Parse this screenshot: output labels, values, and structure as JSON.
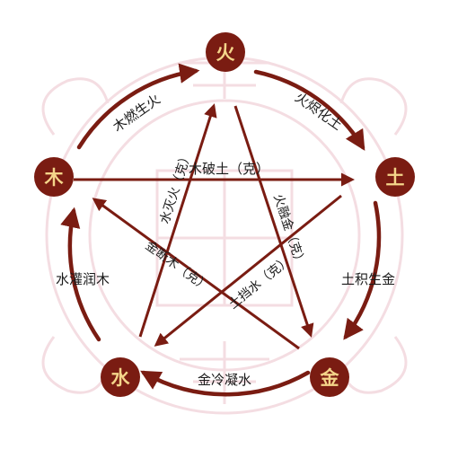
{
  "elements": {
    "fire": "火",
    "earth": "土",
    "metal": "金",
    "water": "水",
    "wood": "木"
  },
  "generating_cycle": {
    "wood_to_fire": "木燃生火",
    "fire_to_earth": "火烬化土",
    "earth_to_metal": "土积生金",
    "metal_to_water": "金冷凝水",
    "water_to_wood": "水灌润木"
  },
  "controlling_cycle": {
    "wood_earth": "木破土（克）",
    "water_fire": "水灭火（克）",
    "fire_metal": "火融金（克）",
    "earth_water": "土挡水（克）",
    "metal_wood": "金断木（克）"
  },
  "colors": {
    "element_circle": "#7a1c12",
    "element_text": "#f4d58a",
    "arrow": "#7a1c12",
    "background_emblem": "#f4dde2"
  }
}
